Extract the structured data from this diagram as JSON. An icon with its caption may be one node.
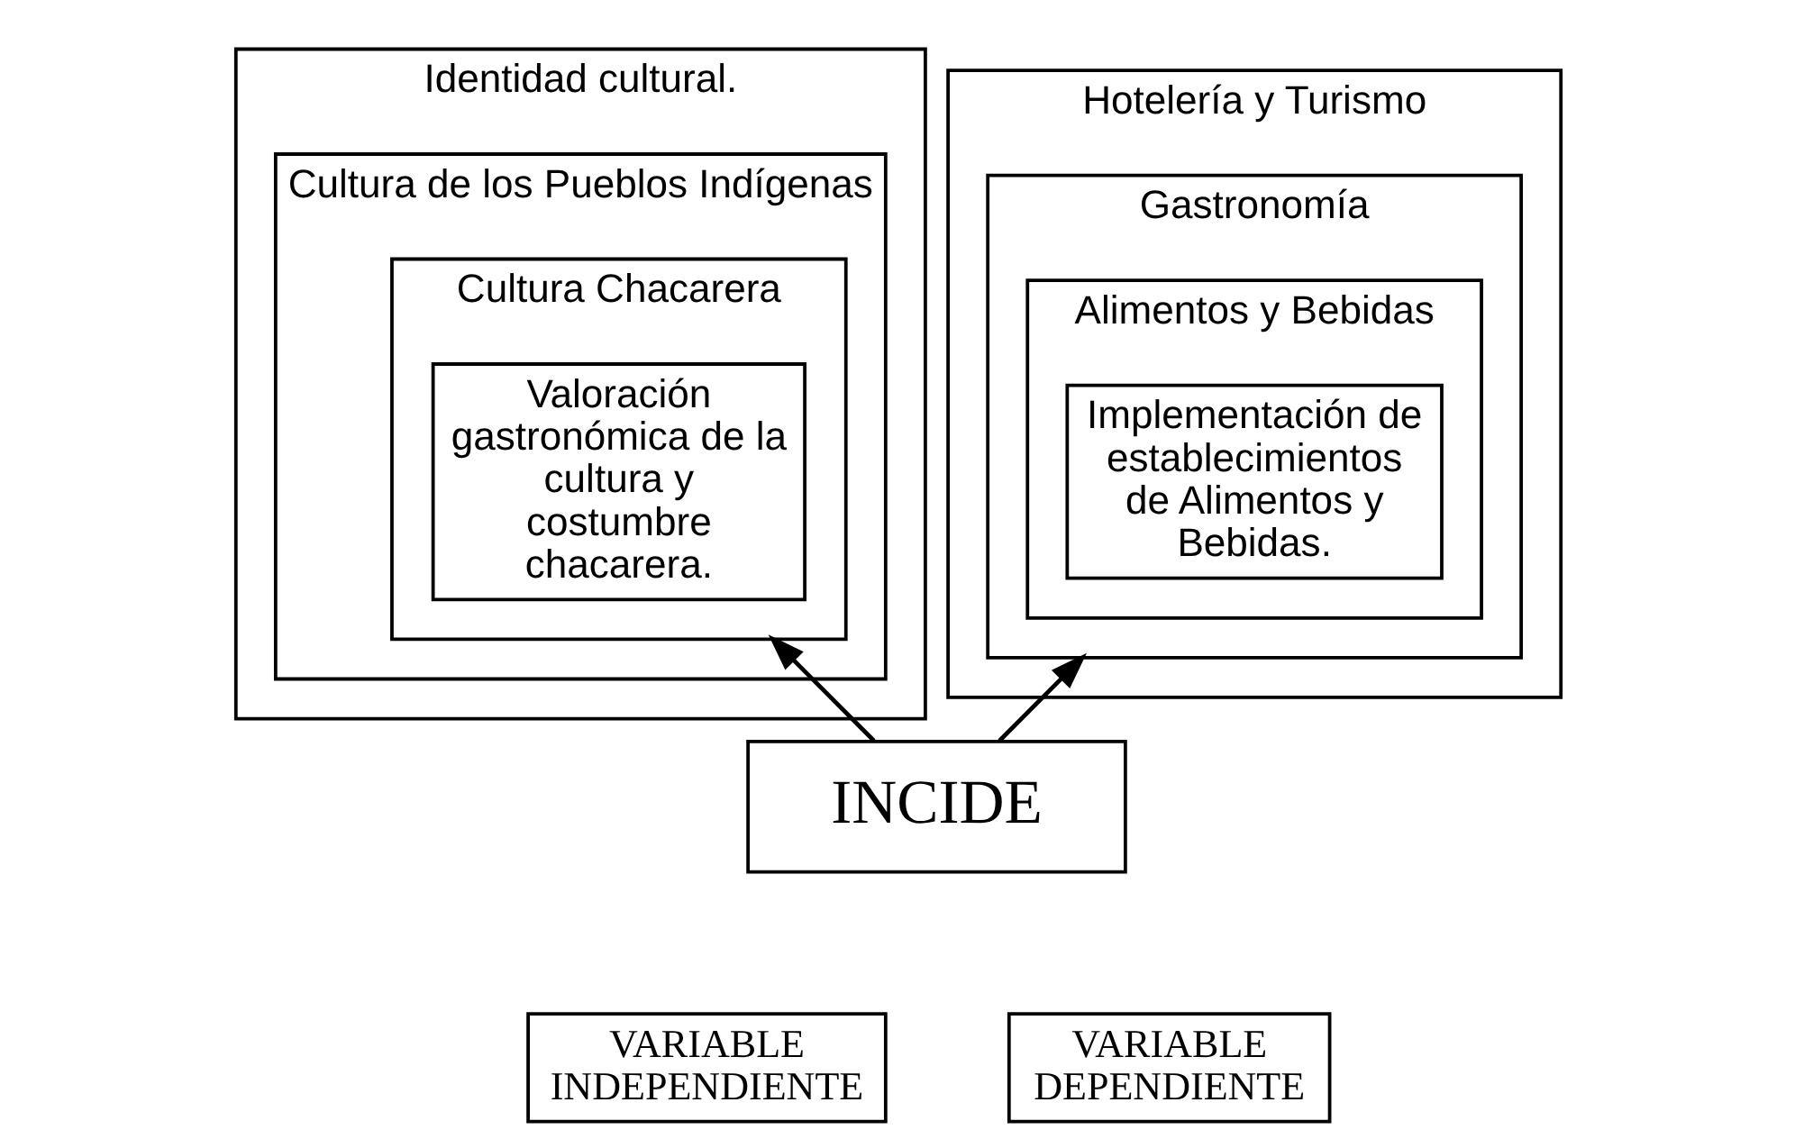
{
  "diagram": {
    "nodes": [
      {
        "text": [
          "Identidad cultural."
        ]
      },
      {
        "text": [
          "Cultura de los Pueblos Indígenas"
        ],
        "in": 0
      },
      {
        "text": [
          "Cultura Chacarera"
        ],
        "in": 1
      },
      {
        "text": [
          "Valoración gastronómica de la cultura y costumbre chacarera."
        ],
        "in": 2
      },
      {
        "text": [
          "Hotelería y Turismo"
        ]
      },
      {
        "text": [
          "Gastronomía"
        ],
        "in": 4
      },
      {
        "text": [
          "Alimentos y Bebidas"
        ],
        "in": 5
      },
      {
        "text": [
          "Implementación de establecimientos de Alimentos y Bebidas."
        ],
        "in": 6
      },
      {
        "text": [
          "INCIDE"
        ]
      },
      {
        "text": [
          "VARIABLE INDEPENDIENTE"
        ]
      },
      {
        "text": [
          "VARIABLE DEPENDIENTE"
        ]
      }
    ],
    "edges": [
      {
        "from": 8,
        "to": 2,
        "arrow": "to"
      },
      {
        "from": 8,
        "to": 5,
        "arrow": "to"
      }
    ]
  }
}
